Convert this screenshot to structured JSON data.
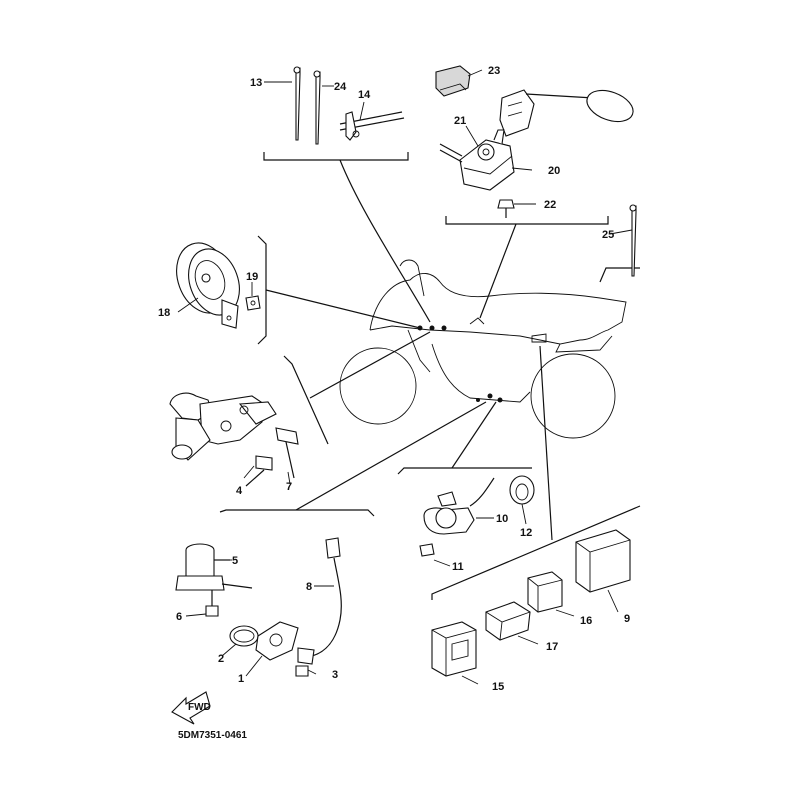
{
  "diagram": {
    "code": "5DM7351-0461",
    "fwd_label": "FWD",
    "callouts": [
      {
        "id": "c1",
        "text": "1"
      },
      {
        "id": "c2",
        "text": "2"
      },
      {
        "id": "c3",
        "text": "3"
      },
      {
        "id": "c4",
        "text": "4"
      },
      {
        "id": "c5",
        "text": "5"
      },
      {
        "id": "c6",
        "text": "6"
      },
      {
        "id": "c7",
        "text": "7"
      },
      {
        "id": "c8",
        "text": "8"
      },
      {
        "id": "c9",
        "text": "9"
      },
      {
        "id": "c10",
        "text": "10"
      },
      {
        "id": "c11",
        "text": "11"
      },
      {
        "id": "c12",
        "text": "12"
      },
      {
        "id": "c13",
        "text": "13"
      },
      {
        "id": "c14",
        "text": "14"
      },
      {
        "id": "c15",
        "text": "15"
      },
      {
        "id": "c16",
        "text": "16"
      },
      {
        "id": "c17",
        "text": "17"
      },
      {
        "id": "c18",
        "text": "18"
      },
      {
        "id": "c19",
        "text": "19"
      },
      {
        "id": "c20",
        "text": "20"
      },
      {
        "id": "c21",
        "text": "21"
      },
      {
        "id": "c22",
        "text": "22"
      },
      {
        "id": "c23",
        "text": "23"
      },
      {
        "id": "c24",
        "text": "24"
      },
      {
        "id": "c25",
        "text": "25"
      }
    ]
  }
}
